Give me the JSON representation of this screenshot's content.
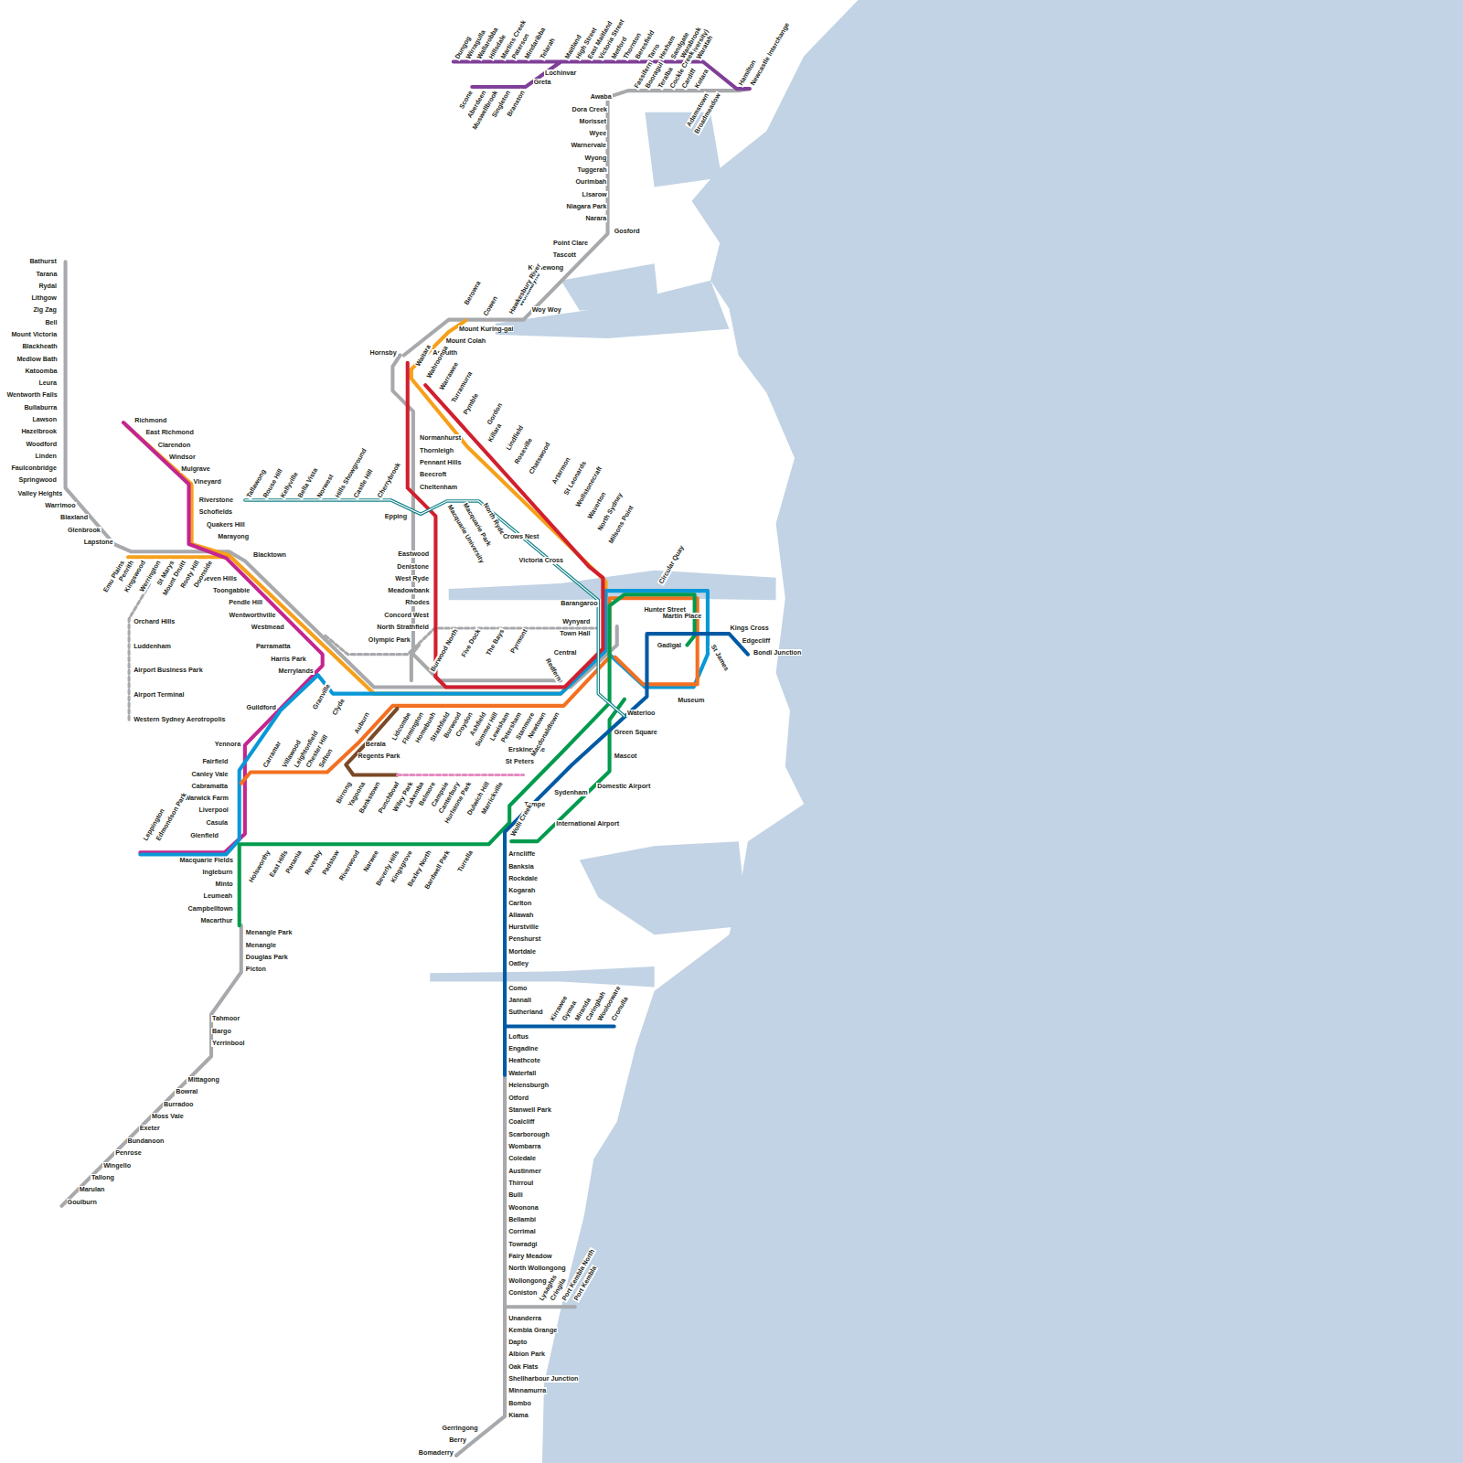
{
  "diagram": {
    "labels": [
      "Dungog",
      "Wirragulla",
      "Wallarobba",
      "Hillsdale",
      "Martins Creek",
      "Paterson",
      "Mindaribba",
      "Telarah",
      "Maitland",
      "High Street",
      "East Maitland",
      "Victoria Street",
      "Metford",
      "Thornton",
      "Beresfield",
      "Tarro",
      "Hexham",
      "Sandgate",
      "Warabrook (University)",
      "Waratah",
      "Lochinvar",
      "Greta",
      "Scone",
      "Aberdeen",
      "Muswellbrook",
      "Singleton",
      "Branxton",
      "Hamilton",
      "Newcastle Interchange",
      "Fassifern",
      "Booragul",
      "Teralba",
      "Cockle Creek",
      "Cardiff",
      "Kotara",
      "Adamstown",
      "Broadmeadow",
      "Awaba",
      "Dora Creek",
      "Morisset",
      "Wyee",
      "Warnervale",
      "Wyong",
      "Tuggerah",
      "Ourimbah",
      "Lisarow",
      "Niagara Park",
      "Narara",
      "Gosford",
      "Point Clare",
      "Tascott",
      "Koolewong",
      "Woy Woy",
      "Wondabyne",
      "Hawkesbury River",
      "Cowen",
      "Berowra",
      "Mount Kuring-gai",
      "Mount Colah",
      "Asquith",
      "Hornsby",
      "Waitara",
      "Wahroonga",
      "Warrawee",
      "Turramurra",
      "Pymble",
      "Gordon",
      "Killara",
      "Lindfield",
      "Roseville",
      "Chatswood",
      "Artarmon",
      "St Leonards",
      "Wollstonecraft",
      "Waverton",
      "North Sydney",
      "Milsons Point",
      "Normanhurst",
      "Thornleigh",
      "Pennant Hills",
      "Beecroft",
      "Cheltenham",
      "Epping",
      "Eastwood",
      "Denistone",
      "West Ryde",
      "Meadowbank",
      "Rhodes",
      "Concord West",
      "North Strathfield",
      "Olympic Park",
      "Tallawong",
      "Rouse Hill",
      "Kellyville",
      "Bella Vista",
      "Norwest",
      "Hills Showground",
      "Castle Hill",
      "Cherrybrook",
      "Macquarie University",
      "Macquarie Park",
      "North Ryde",
      "Crows Nest",
      "Victoria Cross",
      "Barangaroo",
      "Circular Quay",
      "Hunter Street",
      "Martin Place",
      "Wynyard",
      "Town Hall",
      "Gadigal",
      "St James",
      "Museum",
      "Kings Cross",
      "Edgecliff",
      "Bondi Junction",
      "Central",
      "Redfern",
      "Waterloo",
      "Green Square",
      "Mascot",
      "Domestic Airport",
      "International Airport",
      "Erskineville",
      "St Peters",
      "Sydenham",
      "Tempe",
      "Wolli Creek",
      "Burwood North",
      "Five Dock",
      "The Bays",
      "Pyrmont",
      "Lidcombe",
      "Flemington",
      "Homebush",
      "Strathfield",
      "Burwood",
      "Croydon",
      "Ashfield",
      "Summer Hill",
      "Lewisham",
      "Petersham",
      "Stanmore",
      "Newtown",
      "Macdonaldtown",
      "Blacktown",
      "Seven Hills",
      "Toongabbie",
      "Pendle Hill",
      "Wentworthville",
      "Westmead",
      "Parramatta",
      "Harris Park",
      "Merrylands",
      "Granville",
      "Clyde",
      "Auburn",
      "Richmond",
      "East Richmond",
      "Clarendon",
      "Windsor",
      "Mulgrave",
      "Vineyard",
      "Riverstone",
      "Schofields",
      "Quakers Hill",
      "Marayong",
      "Emu Plains",
      "Penrith",
      "Kingswood",
      "Werrington",
      "St Marys",
      "Mount Druitt",
      "Rooty Hill",
      "Doonside",
      "Bathurst",
      "Tarana",
      "Rydal",
      "Lithgow",
      "Zig Zag",
      "Bell",
      "Mount Victoria",
      "Blackheath",
      "Medlow Bath",
      "Katoomba",
      "Leura",
      "Wentworth Falls",
      "Bullaburra",
      "Lawson",
      "Hazelbrook",
      "Woodford",
      "Linden",
      "Faulconbridge",
      "Springwood",
      "Valley Heights",
      "Warrimoo",
      "Blaxland",
      "Glenbrook",
      "Lapstone",
      "Orchard Hills",
      "Luddenham",
      "Airport Business Park",
      "Airport Terminal",
      "Western Sydney Aerotropolis",
      "Guildford",
      "Yennora",
      "Fairfield",
      "Canley Vale",
      "Cabramatta",
      "Warwick Farm",
      "Liverpool",
      "Casula",
      "Glenfield",
      "Leppington",
      "Edmondson Park",
      "Macquarie Fields",
      "Ingleburn",
      "Minto",
      "Leumeah",
      "Campbelltown",
      "Macarthur",
      "Menangle Park",
      "Menangle",
      "Douglas Park",
      "Picton",
      "Tahmoor",
      "Bargo",
      "Yerrinbool",
      "Mittagong",
      "Bowral",
      "Burradoo",
      "Moss Vale",
      "Exeter",
      "Bundanoon",
      "Penrose",
      "Wingello",
      "Tallong",
      "Marulan",
      "Goulburn",
      "Carramar",
      "Villawood",
      "Leightonfield",
      "Chester Hill",
      "Sefton",
      "Berala",
      "Regents Park",
      "Birrong",
      "Yagoona",
      "Bankstown",
      "Punchbowl",
      "Wiley Park",
      "Lakemba",
      "Belmore",
      "Campsie",
      "Canterbury",
      "Hurlstone Park",
      "Dulwich Hill",
      "Marrickville",
      "Holsworthy",
      "East Hills",
      "Panania",
      "Revesby",
      "Padstow",
      "Riverwood",
      "Narwee",
      "Beverly Hills",
      "Kingsgrove",
      "Bexley North",
      "Bardwell Park",
      "Turrella",
      "Arncliffe",
      "Banksia",
      "Rockdale",
      "Kogarah",
      "Carlton",
      "Allawah",
      "Hurstville",
      "Penshurst",
      "Mortdale",
      "Oatley",
      "Como",
      "Jannali",
      "Sutherland",
      "Loftus",
      "Engadine",
      "Heathcote",
      "Waterfall",
      "Helensburgh",
      "Otford",
      "Stanwell Park",
      "Coalcliff",
      "Scarborough",
      "Wombarra",
      "Coledale",
      "Austinmer",
      "Thirroul",
      "Bulli",
      "Woonona",
      "Bellambi",
      "Corrimal",
      "Towradgi",
      "Fairy Meadow",
      "North Wollongong",
      "Wollongong",
      "Coniston",
      "Unanderra",
      "Kembla Grange",
      "Dapto",
      "Albion Park",
      "Oak Flats",
      "Shellharbour Junction",
      "Minnamurra",
      "Bombo",
      "Kiama",
      "Kirrawee",
      "Gymea",
      "Miranda",
      "Caringbah",
      "Woolooware",
      "Cronulla",
      "Lysaghts",
      "Cringila",
      "Port Kembla North",
      "Port Kembla",
      "Gerringong",
      "Berry",
      "Bomaderry"
    ]
  }
}
